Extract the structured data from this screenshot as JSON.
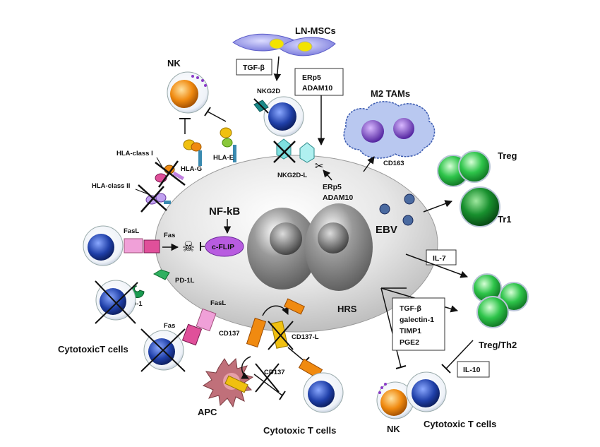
{
  "labels": {
    "ln_mscs": "LN-MSCs",
    "tgf_beta_top": "TGF-β",
    "nkg2d": "NKG2D",
    "erp5_adam10_box": [
      "ERp5",
      "ADAM10"
    ],
    "m2_tams": "M2 TAMs",
    "cd163": "CD163",
    "nk_top": "NK",
    "hla_g": "HLA-G",
    "hla_e": "HLA-E",
    "hla_class_i": "HLA-class I",
    "hla_class_ii": "HLA-class II",
    "nkg2d_l": "NKG2D-L",
    "erp5_lower": "ERp5",
    "adam10_lower": "ADAM10",
    "treg": "Treg",
    "tr1": "Tr1",
    "ebv": "EBV",
    "nf_kb": "NF-kB",
    "c_flip": "c-FLIP",
    "fasl_left": "FasL",
    "fas_left": "Fas",
    "pd_1l": "PD-1L",
    "pd_1": "PD-1",
    "cytotoxict_cells": "CytotoxicT cells",
    "fasl_lower": "FasL",
    "fas_lower": "Fas",
    "il_7": "IL-7",
    "hrs": "HRS",
    "cd137": "CD137",
    "cd137_l": "CD137-L",
    "cd137_lower": "CD137",
    "apc": "APC",
    "cytotoxic_t_cells_bottom": "Cytotoxic T cells",
    "suppressive_box": [
      "TGF-β",
      "galectin-1",
      "TIMP1",
      "PGE2"
    ],
    "treg_th2": "Treg/Th2",
    "il_10": "IL-10",
    "nk_bottom": "NK",
    "cytotoxic_t_cells_right": "Cytotoxic T cells"
  },
  "colors": {
    "hrs_cell": "#d9d9d9",
    "nucleus": "#8c8c8c",
    "t_cell": "#1f3fa8",
    "treg_cell": "#2ec44a",
    "nk_cell": "#f08a10",
    "msc_cell": "#8d8ee8",
    "tam_cell": "#b9c8f0",
    "apc_cell": "#c0707a",
    "c_flip": "#b85ce0",
    "fas": "#e0509a",
    "pd1": "#30b060",
    "cd137": "#f08a10",
    "cd137_l": "#f0c010"
  }
}
